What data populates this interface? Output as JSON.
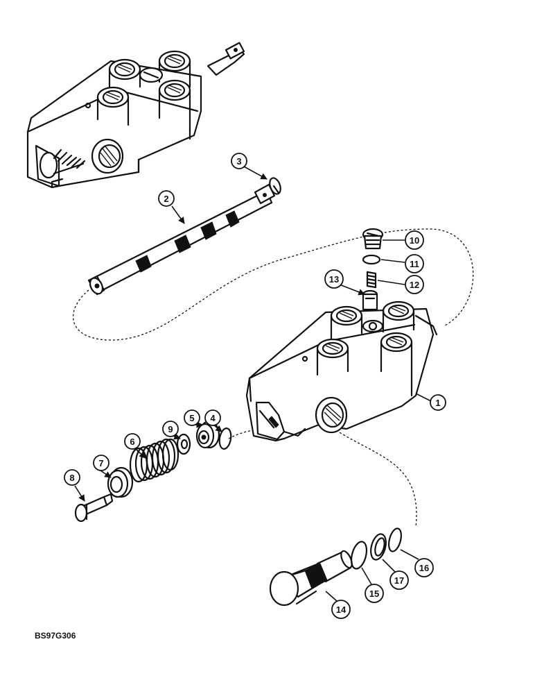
{
  "figure_code": "BS97G306",
  "callouts": [
    "1",
    "2",
    "3",
    "4",
    "5",
    "6",
    "7",
    "8",
    "9",
    "10",
    "11",
    "12",
    "13",
    "14",
    "15",
    "16",
    "17"
  ]
}
